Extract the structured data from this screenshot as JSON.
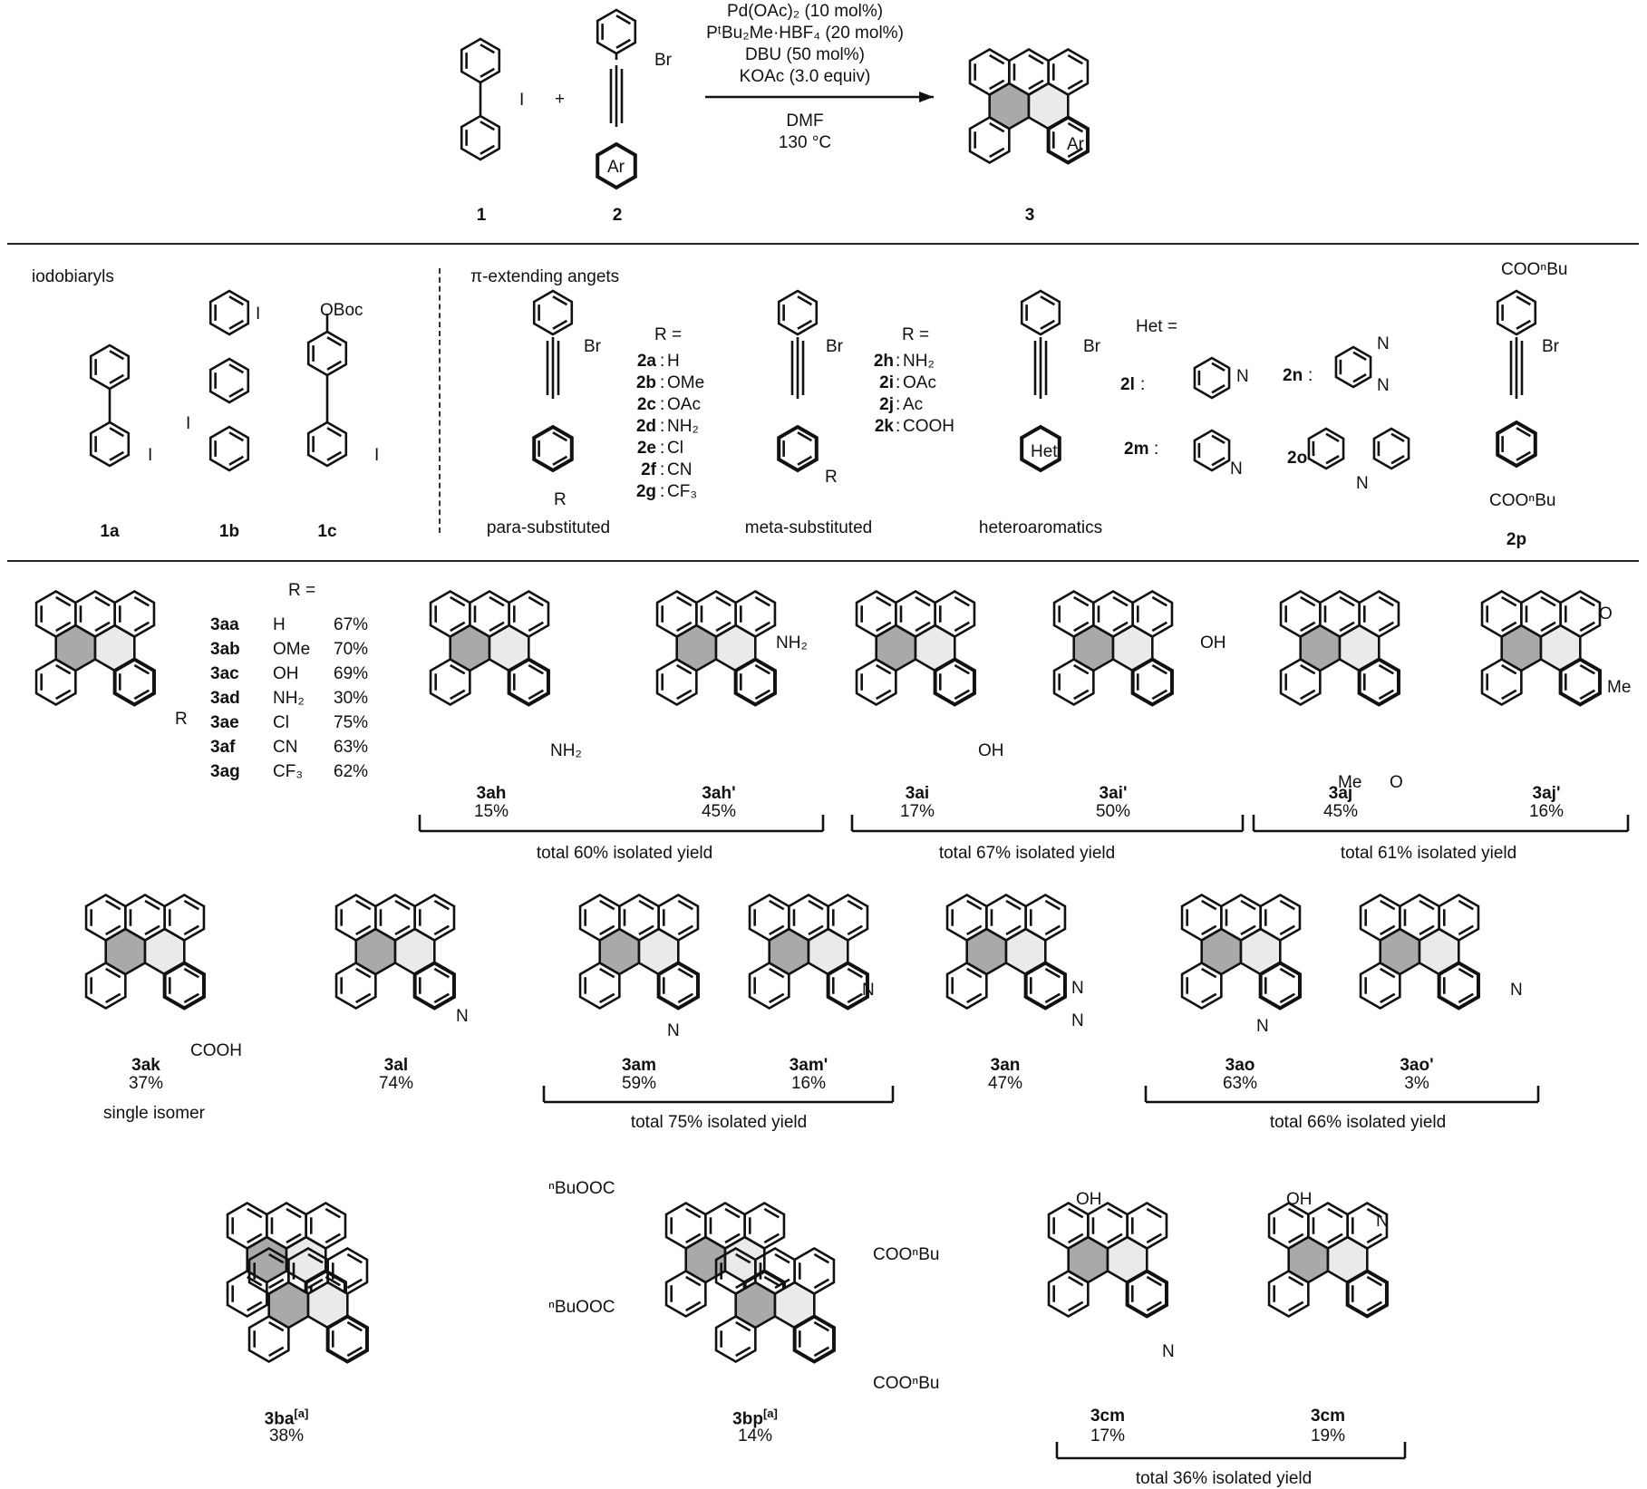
{
  "scheme": {
    "compound_1": "1",
    "compound_2": "2",
    "compound_3": "3",
    "plus": "+",
    "atom_I": "I",
    "atom_Br": "Br",
    "ring_Ar": "Ar",
    "ring_Het": "Het",
    "conditions": {
      "line1": "Pd(OAc)₂ (10 mol%)",
      "line2": "PᵗBu₂Me·HBF₄ (20 mol%)",
      "line3": "DBU (50 mol%)",
      "line4": "KOAc (3.0 equiv)",
      "solvent": "DMF",
      "temperature": "130 °C"
    }
  },
  "section_iodobiaryls": {
    "title": "iodobiaryls",
    "items": [
      "1a",
      "1b",
      "1c"
    ],
    "substituent_OBoc": "OBoc"
  },
  "section_agents": {
    "title": "π-extending angets",
    "para": {
      "caption": "para-substituted",
      "r_header": "R =",
      "rows": [
        {
          "id": "2a",
          "r": "H"
        },
        {
          "id": "2b",
          "r": "OMe"
        },
        {
          "id": "2c",
          "r": "OAc"
        },
        {
          "id": "2d",
          "r": "NH₂"
        },
        {
          "id": "2e",
          "r": "Cl"
        },
        {
          "id": "2f",
          "r": "CN"
        },
        {
          "id": "2g",
          "r": "CF₃"
        }
      ],
      "r_label": "R"
    },
    "meta": {
      "caption": "meta-substituted",
      "r_header": "R =",
      "rows": [
        {
          "id": "2h",
          "r": "NH₂"
        },
        {
          "id": "2i",
          "r": "OAc"
        },
        {
          "id": "2j",
          "r": "Ac"
        },
        {
          "id": "2k",
          "r": "COOH"
        }
      ],
      "r_label": "R"
    },
    "hetero": {
      "caption": "heteroaromatics",
      "het_header": "Het =",
      "items": [
        "2l",
        "2m",
        "2n",
        "2o"
      ],
      "atom_N": "N"
    },
    "agent_2p": {
      "id": "2p",
      "top_ester": "COOⁿBu",
      "bottom_ester": "COOⁿBu"
    }
  },
  "products": {
    "r_header": "R =",
    "table": [
      {
        "id": "3aa",
        "r": "H",
        "yield": "67%"
      },
      {
        "id": "3ab",
        "r": "OMe",
        "yield": "70%"
      },
      {
        "id": "3ac",
        "r": "OH",
        "yield": "69%"
      },
      {
        "id": "3ad",
        "r": "NH₂",
        "yield": "30%"
      },
      {
        "id": "3ae",
        "r": "Cl",
        "yield": "75%"
      },
      {
        "id": "3af",
        "r": "CN",
        "yield": "63%"
      },
      {
        "id": "3ag",
        "r": "CF₃",
        "yield": "62%"
      }
    ],
    "generic_r": "R",
    "row1": [
      {
        "id": "3ah",
        "yield": "15%",
        "sub": "NH₂"
      },
      {
        "id": "3ah'",
        "yield": "45%",
        "sub": "NH₂"
      },
      {
        "id": "3ai",
        "yield": "17%",
        "sub": "OH"
      },
      {
        "id": "3ai'",
        "yield": "50%",
        "sub": "OH"
      },
      {
        "id": "3aj",
        "yield": "45%",
        "sub": "Me"
      },
      {
        "id": "3aj'",
        "yield": "16%",
        "sub": "Me"
      }
    ],
    "ketone_O": "O",
    "totals_row1": [
      "total 60% isolated yield",
      "total 67% isolated yield",
      "total 61% isolated yield"
    ],
    "row2": [
      {
        "id": "3ak",
        "yield": "37%",
        "sub": "COOH",
        "note": "single isomer"
      },
      {
        "id": "3al",
        "yield": "74%"
      },
      {
        "id": "3am",
        "yield": "59%"
      },
      {
        "id": "3am'",
        "yield": "16%"
      },
      {
        "id": "3an",
        "yield": "47%"
      },
      {
        "id": "3ao",
        "yield": "63%"
      },
      {
        "id": "3ao'",
        "yield": "3%"
      }
    ],
    "totals_row2": [
      "total 75% isolated yield",
      "total 66% isolated yield"
    ],
    "row3": [
      {
        "id": "3ba",
        "sup": "[a]",
        "yield": "38%"
      },
      {
        "id": "3bp",
        "sup": "[a]",
        "yield": "14%"
      },
      {
        "id": "3cm",
        "yield": "17%"
      },
      {
        "id": "3cm",
        "yield": "19%"
      }
    ],
    "esters_3bp": [
      "ⁿBuOOC",
      "ⁿBuOOC",
      "COOⁿBu",
      "COOⁿBu"
    ],
    "oh_label": "OH",
    "total_row3": "total 36% isolated yield"
  }
}
